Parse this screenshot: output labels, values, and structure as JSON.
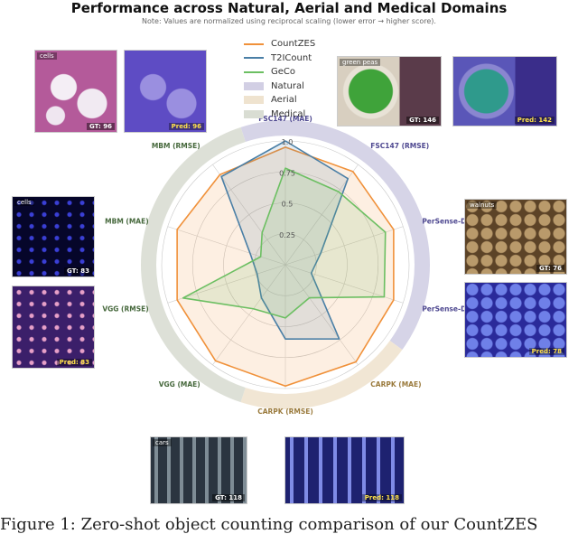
{
  "chart_data": {
    "type": "radar",
    "title": "Performance across Natural, Aerial and Medical Domains",
    "note": "Note: Values are normalized using reciprocal scaling (lower error → higher score).",
    "axes": [
      "FSC147 (MAE)",
      "FSC147 (RMSE)",
      "PerSense-D (MAE)",
      "PerSense-D (RMSE)",
      "CARPK (MAE)",
      "CARPK (RMSE)",
      "VGG (MAE)",
      "VGG (RMSE)",
      "MBM (MAE)",
      "MBM (RMSE)"
    ],
    "axis_domains": [
      "Natural",
      "Natural",
      "Natural",
      "Natural",
      "Aerial",
      "Aerial",
      "Medical",
      "Medical",
      "Medical",
      "Medical"
    ],
    "radial_ticks": [
      0.25,
      0.5,
      0.75,
      1.0
    ],
    "radial_tick_labels": [
      "0.25",
      "0.5",
      "0.75",
      "1.0"
    ],
    "rlim": [
      0,
      1.0
    ],
    "series": [
      {
        "name": "CountZES",
        "color": "#f0913a",
        "values": [
          0.95,
          0.93,
          0.92,
          0.92,
          0.97,
          0.98,
          0.96,
          0.92,
          0.92,
          0.9
        ]
      },
      {
        "name": "T2ICount",
        "color": "#4a7fa6",
        "values": [
          1.0,
          0.86,
          0.3,
          0.22,
          0.74,
          0.6,
          0.33,
          0.24,
          0.3,
          0.88
        ]
      },
      {
        "name": "GeCo",
        "color": "#6cbf62",
        "values": [
          0.78,
          0.73,
          0.85,
          0.84,
          0.33,
          0.43,
          0.44,
          0.87,
          0.21,
          0.32
        ]
      }
    ],
    "domains": [
      {
        "name": "Natural",
        "color": "#d2cfe4"
      },
      {
        "name": "Aerial",
        "color": "#efe3cf"
      },
      {
        "name": "Medical",
        "color": "#d9ddd3"
      }
    ],
    "grid": true,
    "legend_position": "top-center"
  },
  "thumbnails": [
    {
      "tag": "cells",
      "count": "GT: 96"
    },
    {
      "tag": "",
      "count": "Pred: 96"
    },
    {
      "tag": "green peas",
      "count": "GT: 146"
    },
    {
      "tag": "",
      "count": "Pred: 142"
    },
    {
      "tag": "cells",
      "count": "GT: 83"
    },
    {
      "tag": "",
      "count": "Pred: 83"
    },
    {
      "tag": "walnuts",
      "count": "GT: 76"
    },
    {
      "tag": "",
      "count": "Pred: 78"
    },
    {
      "tag": "cars",
      "count": "GT: 118"
    },
    {
      "tag": "",
      "count": "Pred: 118"
    }
  ],
  "caption": "Figure 1: Zero-shot object counting comparison of our CountZES"
}
